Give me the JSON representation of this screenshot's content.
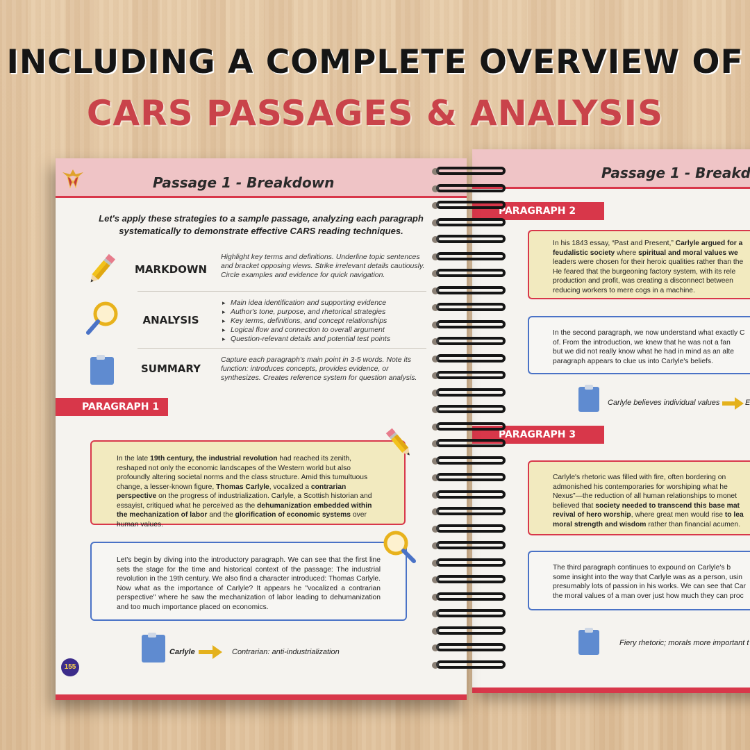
{
  "banner": {
    "line1": "INCLUDING A COMPLETE OVERVIEW OF",
    "line2": "CARS PASSAGES & ANALYSIS"
  },
  "colors": {
    "accent": "#d8374a",
    "header_pink": "#efc4c6",
    "highlight_box": "#f2eabf",
    "analysis_border": "#4a72c6"
  },
  "left_page": {
    "title": "Passage 1 - Breakdown",
    "intro": "Let's apply these strategies to a sample passage, analyzing each paragraph systematically to demonstrate effective CARS reading techniques.",
    "strategies": [
      {
        "icon": "pencil-icon",
        "name": "MARKDOWN",
        "desc": "Highlight key terms and definitions. Underline topic sentences and bracket opposing views. Strike irrelevant details cautiously. Circle examples and evidence for quick navigation."
      },
      {
        "icon": "magnifier-icon",
        "name": "ANALYSIS",
        "bullets": [
          "Main idea identification and supporting evidence",
          "Author's tone, purpose, and rhetorical strategies",
          "Key terms, definitions, and concept relationships",
          "Logical flow and connection to overall argument",
          "Question-relevant details and potential test points"
        ]
      },
      {
        "icon": "clipboard-icon",
        "name": "SUMMARY",
        "desc": "Capture each paragraph's main point in 3-5 words. Note its function: introduces concepts, provides evidence, or synthesizes. Creates reference system for question analysis."
      }
    ],
    "paragraph_label": "PARAGRAPH 1",
    "passage": {
      "t1": "In the late ",
      "b1": "19th century, the industrial revolution",
      "t2": " had reached its zenith, reshaped not only the economic landscapes of the Western world but also profoundly altering societal norms and the class structure. Amid this tumultuous change, a lesser-known figure, ",
      "b2": "Thomas Carlyle",
      "t3": ", vocalized a ",
      "b3": "contrarian perspective",
      "t4": " on the progress of industrialization. Carlyle, a Scottish historian and essayist, critiqued what he perceived as the ",
      "b4": "dehumanization embedded within the mechanization of labor",
      "t5": " and the ",
      "b5": "glorification of economic systems",
      "t6": " over human values."
    },
    "analysis": "Let's begin by diving into the introductory paragraph. We can see that the first line sets the stage for the time and historical context of the passage: The industrial revolution in the 19th century. We also find a character introduced: Thomas Carlyle. Now what as the importance of Carlyle? It appears he \"vocalized a contrarian perspective\" where he saw the mechanization of labor leading to dehumanization and too much importance placed on economics.",
    "summary_left": "Carlyle",
    "summary_right": "Contrarian: anti-industrialization",
    "page_number": "155"
  },
  "right_page": {
    "title": "Passage 1 - Breakd",
    "paragraph2_label": "PARAGRAPH 2",
    "passage2": {
      "t1": "In his 1843 essay, “Past and Present,” ",
      "b1": "Carlyle argued for a",
      "b2": "feudalistic society",
      "t2": " where ",
      "b3": "spiritual and moral values we",
      "t3": "leaders were chosen for their heroic qualities rather than the",
      "t4": "He feared that the burgeoning factory system, with its rele",
      "t5": "production and profit, was creating a disconnect between",
      "t6": "reducing workers to mere cogs in a machine."
    },
    "analysis2": [
      "In the second paragraph, we now understand what exactly C",
      "of. From the introduction, we knew that he was not a fan",
      "but we did not really know what he had in mind as an alte",
      "paragraph appears to clue us into Carlyle's beliefs."
    ],
    "summary2_left": "Carlyle believes individual values",
    "summary2_right": "E",
    "paragraph3_label": "PARAGRAPH 3",
    "passage3": {
      "t1": "Carlyle's rhetoric was filled with fire, often bordering on",
      "t2": "admonished his contemporaries for worshiping what he",
      "t3": "Nexus”—the reduction of all human relationships to monet",
      "t4": "believed that ",
      "b1": "society needed to transcend this base mat",
      "b2": "revival of hero worship",
      "t5": ", where great men would rise ",
      "b3": "to lea",
      "b4": "moral strength and wisdom",
      "t6": " rather than financial acumen."
    },
    "analysis3": [
      "The third paragraph continues to expound on Carlyle's b",
      "some insight into the way that Carlyle was as a person, usin",
      "presumably lots of passion in his works. We can see that Car",
      "the moral values of a man over just how much they can proc"
    ],
    "summary3": "Fiery rhetoric; morals more important t"
  }
}
